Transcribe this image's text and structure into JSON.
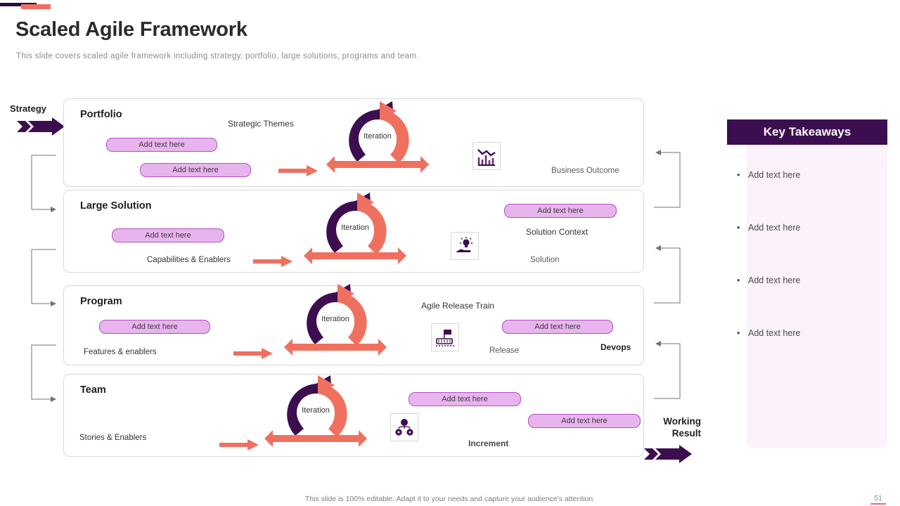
{
  "header": {
    "title": "Scaled Agile Framework",
    "subtitle": "This slide covers scaled agile framework including strategy, portfolio, large solutions, programs and team."
  },
  "flow": {
    "entry_label": "Strategy",
    "exit_label_line1": "Working",
    "exit_label_line2": "Result"
  },
  "rows": [
    {
      "title": "Portfolio",
      "cycle_label": "Iteration",
      "pill1": "Add text here",
      "pill2": "Add text here",
      "right_heading": "Strategic Themes",
      "right_caption": "Business Outcome",
      "icon": "bar-chart-decline-icon"
    },
    {
      "title": "Large Solution",
      "cycle_label": "Iteration",
      "pill1": "Add text here",
      "left_caption": "Capabilities & Enablers",
      "pill2": "Add text here",
      "right_heading": "Solution Context",
      "right_caption": "Solution",
      "icon": "hand-lightbulb-icon"
    },
    {
      "title": "Program",
      "cycle_label": "Iteration",
      "pill1": "Add text here",
      "left_caption": "Features & enablers",
      "right_heading": "Agile Release Train",
      "pill2": "Add text here",
      "right_caption": "Release",
      "bold_caption": "Devops",
      "icon": "train-icon"
    },
    {
      "title": "Team",
      "cycle_label": "Iteration",
      "left_caption": "Stories & Enablers",
      "pill1": "Add text here",
      "pill2": "Add text here",
      "right_caption": "Increment",
      "icon": "team-network-icon"
    }
  ],
  "takeaways": {
    "header": "Key Takeaways",
    "items": [
      "Add text here",
      "Add text here",
      "Add text here",
      "Add text here"
    ],
    "bullet_glyph": "•"
  },
  "footer": {
    "note": "This slide is 100% editable. Adapt it to your needs and capture your audience's attention.",
    "page_number": "51"
  },
  "colors": {
    "dark_purple": "#3d0e4f",
    "coral": "#ef6f61",
    "pill_fill": "#e8b4ee",
    "pill_border": "#b24fc0",
    "panel_bg": "#fbf2fc"
  }
}
